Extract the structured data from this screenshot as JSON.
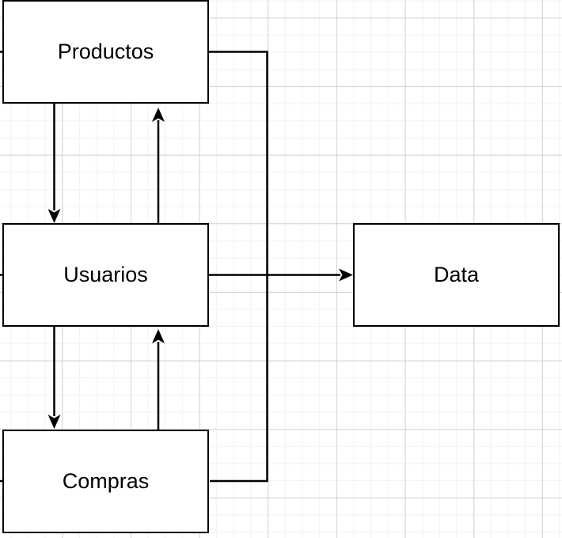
{
  "diagram": {
    "nodes": [
      {
        "id": "productos",
        "label": "Productos"
      },
      {
        "id": "usuarios",
        "label": "Usuarios"
      },
      {
        "id": "compras",
        "label": "Compras"
      },
      {
        "id": "data",
        "label": "Data"
      }
    ],
    "edges": [
      {
        "from": "productos",
        "to": "usuarios",
        "style": "arrow"
      },
      {
        "from": "usuarios",
        "to": "productos",
        "style": "arrow"
      },
      {
        "from": "usuarios",
        "to": "compras",
        "style": "arrow"
      },
      {
        "from": "compras",
        "to": "usuarios",
        "style": "arrow"
      },
      {
        "from": "usuarios",
        "to": "data",
        "style": "arrow"
      },
      {
        "from": "productos",
        "to": "compras",
        "style": "plain-elbow"
      }
    ],
    "colors": {
      "stroke": "#000000",
      "node_fill": "#ffffff",
      "canvas": "#ffffff",
      "grid_minor": "#f2f2f2",
      "grid_major": "#d2d2d2"
    }
  }
}
